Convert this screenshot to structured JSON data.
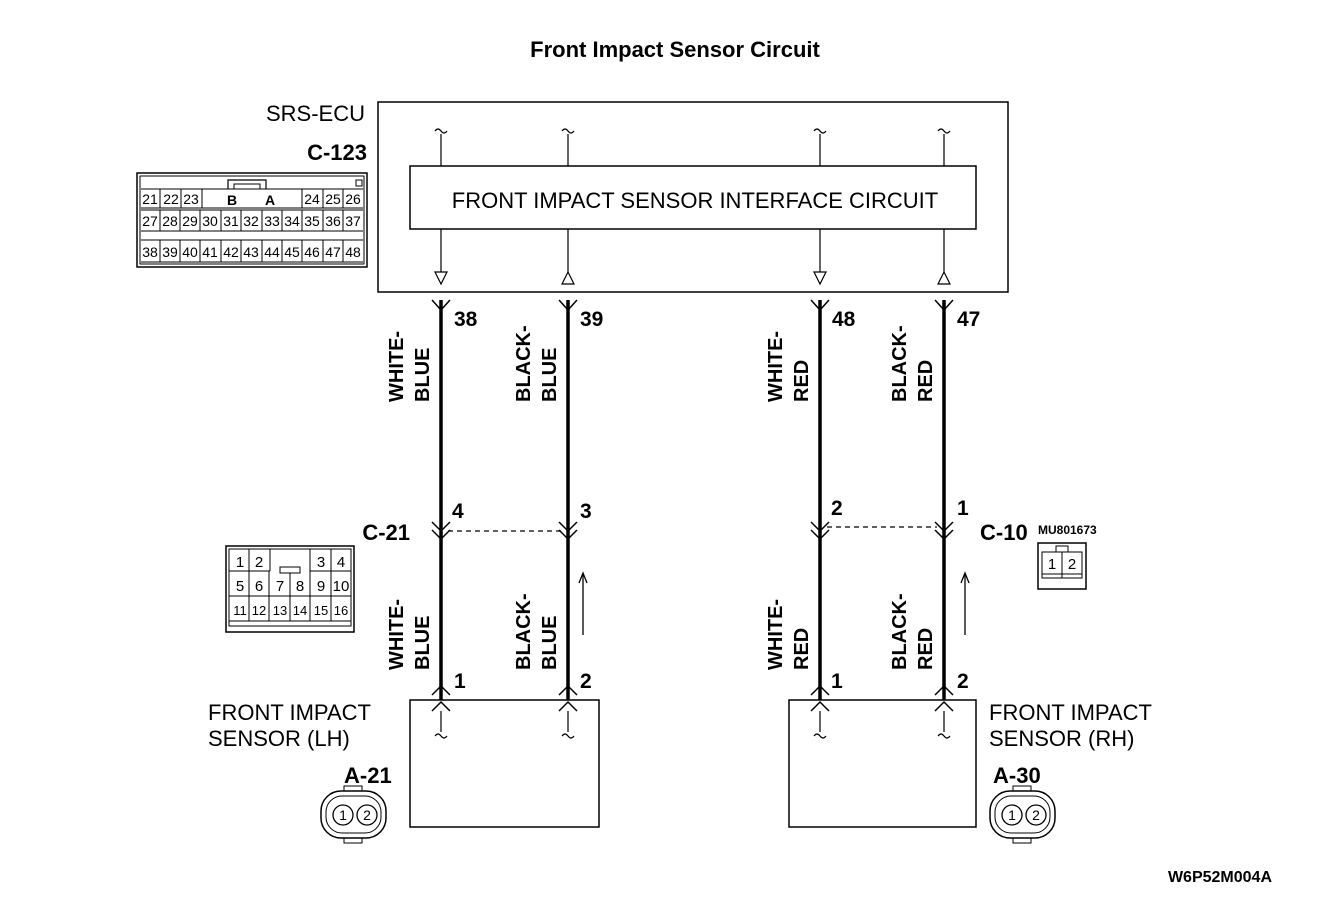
{
  "title": "Front Impact Sensor Circuit",
  "ecu": {
    "name": "SRS-ECU",
    "connector": "C-123",
    "interface_label": "FRONT IMPACT SENSOR INTERFACE CIRCUIT",
    "connector_pins_top": [
      "21",
      "22",
      "23",
      "B",
      "A",
      "24",
      "25",
      "26"
    ],
    "connector_pins_mid": [
      "27",
      "28",
      "29",
      "30",
      "31",
      "32",
      "33",
      "34",
      "35",
      "36",
      "37"
    ],
    "connector_pins_bot": [
      "38",
      "39",
      "40",
      "41",
      "42",
      "43",
      "44",
      "45",
      "46",
      "47",
      "48"
    ]
  },
  "wires": {
    "w1": {
      "ecu_pin": "38",
      "upper_color": [
        "WHITE-",
        "BLUE"
      ],
      "mid_pin": "4",
      "lower_color": [
        "WHITE-",
        "BLUE"
      ],
      "sensor_pin": "1"
    },
    "w2": {
      "ecu_pin": "39",
      "upper_color": [
        "BLACK-",
        "BLUE"
      ],
      "mid_pin": "3",
      "lower_color": [
        "BLACK-",
        "BLUE"
      ],
      "sensor_pin": "2"
    },
    "w3": {
      "ecu_pin": "48",
      "upper_color": [
        "WHITE-",
        "RED"
      ],
      "mid_pin": "2",
      "lower_color": [
        "WHITE-",
        "RED"
      ],
      "sensor_pin": "1"
    },
    "w4": {
      "ecu_pin": "47",
      "upper_color": [
        "BLACK-",
        "RED"
      ],
      "mid_pin": "1",
      "lower_color": [
        "BLACK-",
        "RED"
      ],
      "sensor_pin": "2"
    }
  },
  "c21": {
    "name": "C-21",
    "pins_top": [
      "1",
      "2",
      "3",
      "4"
    ],
    "pins_mid": [
      "5",
      "6",
      "7",
      "8",
      "9",
      "10"
    ],
    "pins_bot": [
      "11",
      "12",
      "13",
      "14",
      "15",
      "16"
    ]
  },
  "c10": {
    "name": "C-10",
    "part_number": "MU801673",
    "pins": [
      "1",
      "2"
    ]
  },
  "sensor_lh": {
    "label_line1": "FRONT IMPACT",
    "label_line2": "SENSOR (LH)",
    "connector": "A-21",
    "pins": [
      "1",
      "2"
    ]
  },
  "sensor_rh": {
    "label_line1": "FRONT IMPACT",
    "label_line2": "SENSOR (RH)",
    "connector": "A-30",
    "pins": [
      "1",
      "2"
    ]
  },
  "figure_code": "W6P52M004A"
}
